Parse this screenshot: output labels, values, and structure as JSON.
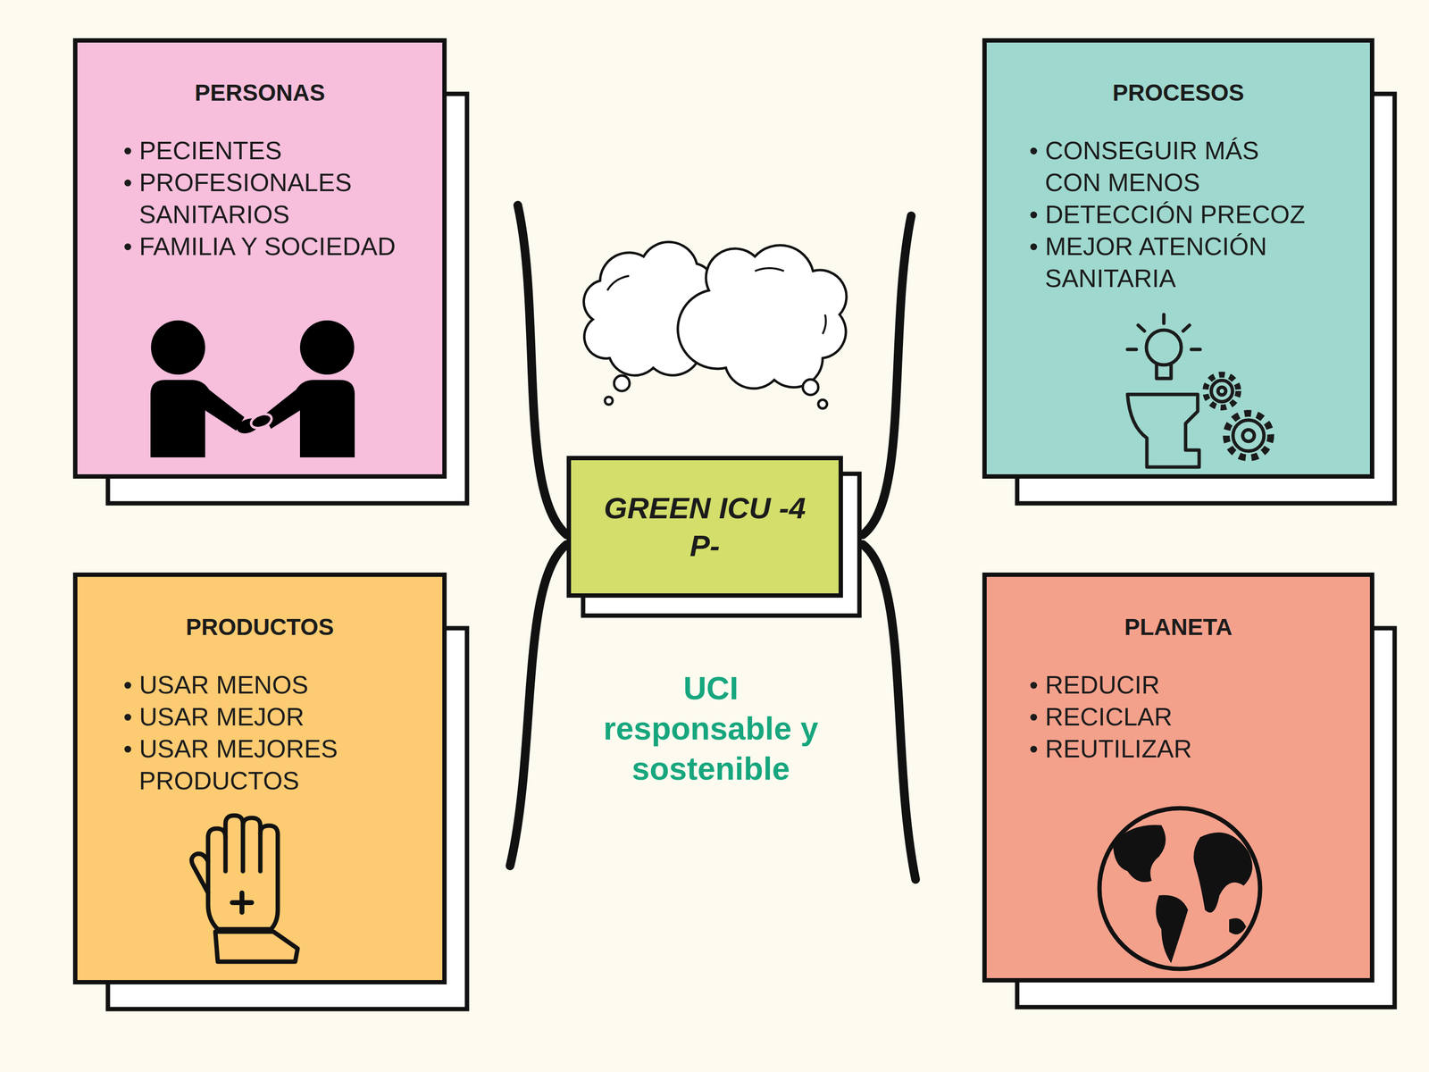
{
  "diagram": {
    "nodes": [
      {
        "text": [
          "PERSONAS",
          "• PECIENTES",
          "• PROFESIONALES SANITARIOS",
          "• FAMILIA Y SOCIEDAD"
        ]
      },
      {
        "text": [
          "PROCESOS",
          "• CONSEGUIR MÁS CON MENOS",
          "• DETECCIÓN PRECOZ",
          "• MEJOR ATENCIÓN SANITARIA"
        ]
      },
      {
        "text": [
          "GREEN ICU -4 P-"
        ]
      },
      {
        "text": [
          "PRODUCTOS",
          "• USAR MENOS",
          "• USAR MEJOR",
          "• USAR MEJORES PRODUCTOS"
        ]
      },
      {
        "text": [
          "PLANETA",
          "• REDUCIR",
          "• RECICLAR",
          "• REUTILIZAR"
        ]
      }
    ],
    "labels": [
      "UCI responsable y sostenible"
    ]
  }
}
